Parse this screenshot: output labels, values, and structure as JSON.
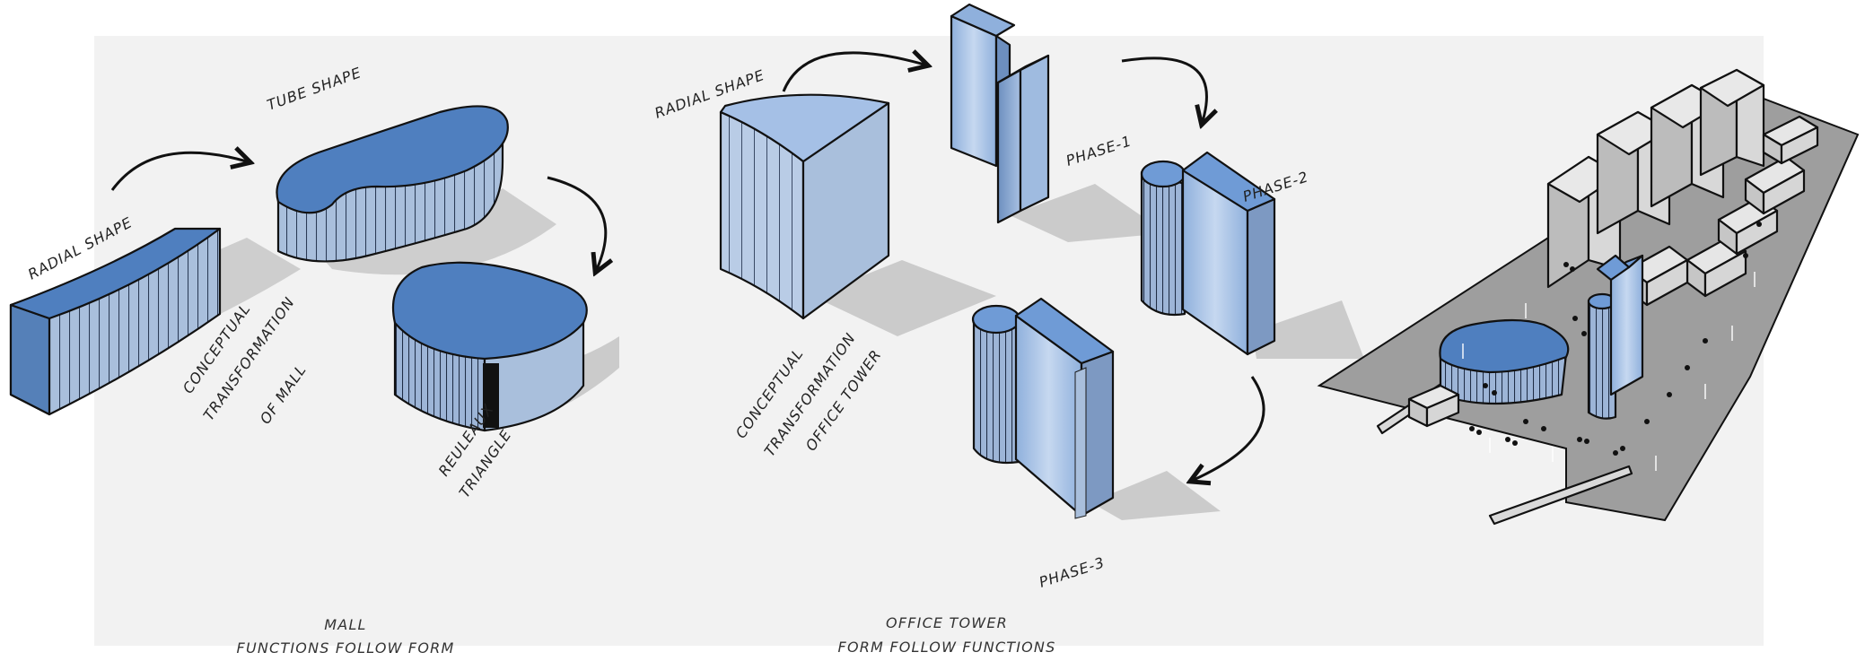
{
  "colors": {
    "roof": "#4f7fbf",
    "roof_light": "#6f9bd6",
    "wall": "#a9bfdc",
    "wall_light": "#c9d8ee",
    "wall_dark": "#7d99c2",
    "panel_background": "#f2f2f2",
    "shadow": "#c4c4c4",
    "ink": "#111111",
    "ground": "#9e9e9e",
    "building_grey": "#dcdcdc"
  },
  "mall": {
    "radial_label": "RADIAL SHAPE",
    "tube_label": "TUBE SHAPE",
    "reuleaux_label_line1": "REULEAUX",
    "reuleaux_label_line2": "TRIANGLE",
    "concept_line1": "CONCEPTUAL",
    "concept_line2": "TRANSFORMATION",
    "concept_line3": "OF MALL",
    "caption_line1": "MALL",
    "caption_line2": "FUNCTIONS FOLLOW FORM"
  },
  "tower": {
    "radial_label": "RADIAL SHAPE",
    "phase1_label": "PHASE-1",
    "phase2_label": "PHASE-2",
    "phase3_label": "PHASE-3",
    "concept_line1": "CONCEPTUAL",
    "concept_line2": "TRANSFORMATION",
    "concept_line3": "OFFICE TOWER",
    "caption_line1": "OFFICE TOWER",
    "caption_line2": "FORM FOLLOW FUNCTIONS"
  }
}
